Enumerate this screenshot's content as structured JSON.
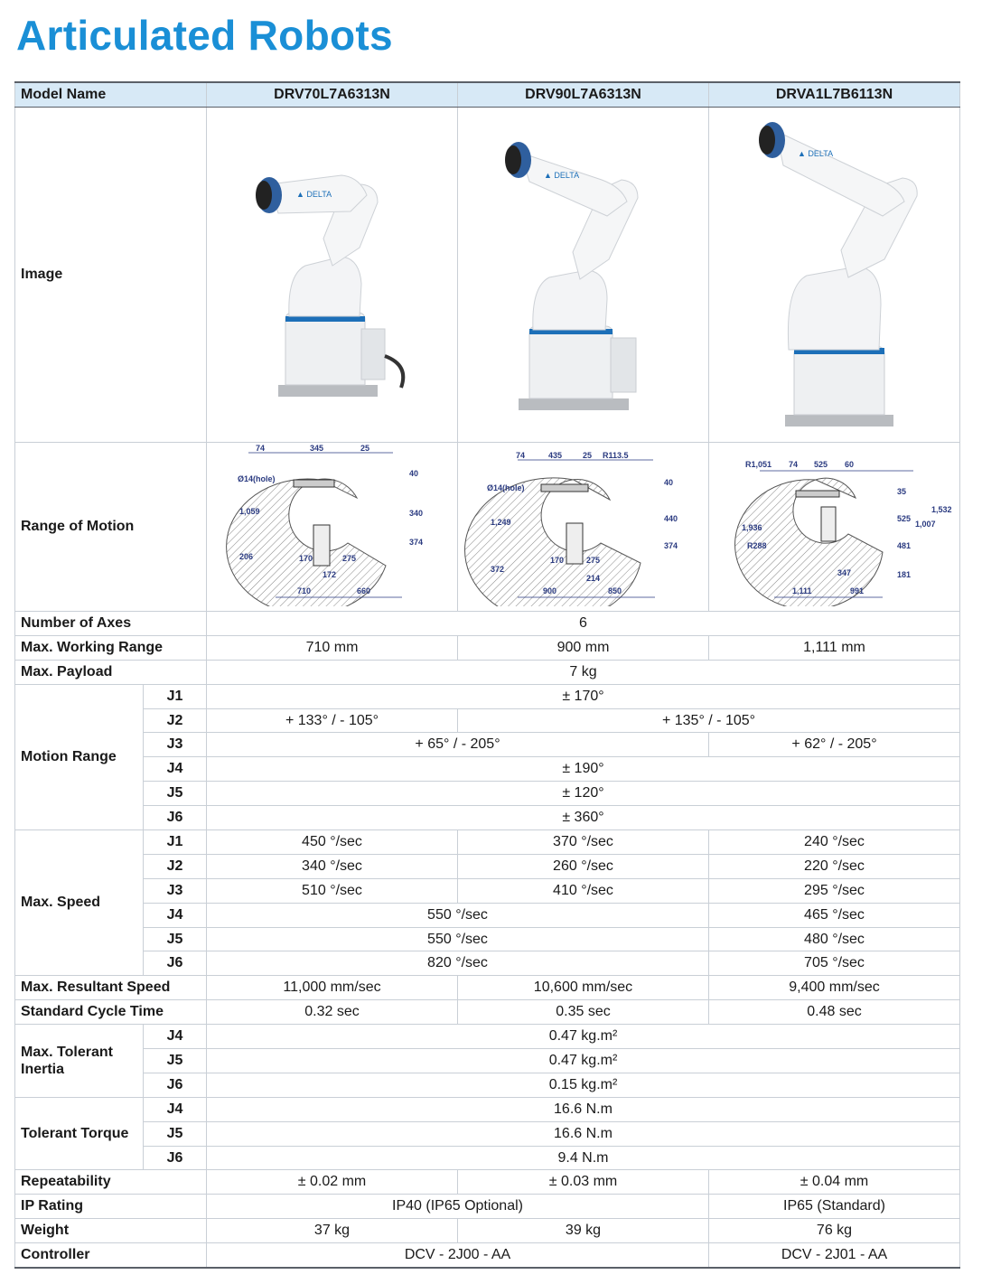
{
  "title": "Articulated Robots",
  "header": {
    "model_label": "Model Name",
    "models": [
      "DRV70L7A6313N",
      "DRV90L7A6313N",
      "DRVA1L7B6113N"
    ]
  },
  "rows": {
    "image_label": "Image",
    "range_label": "Range of Motion",
    "axes_label": "Number of Axes",
    "axes_value": "6",
    "working_range_label": "Max. Working Range",
    "working_range": [
      "710 mm",
      "900 mm",
      "1,111 mm"
    ],
    "payload_label": "Max. Payload",
    "payload_value": "7 kg",
    "motion_range_label": "Motion Range",
    "motion": {
      "j1": "± 170°",
      "j2": [
        "+ 133° / - 105°",
        "+ 135° / - 105°"
      ],
      "j3": [
        "+ 65° / - 205°",
        "+ 62° / - 205°"
      ],
      "j4": "± 190°",
      "j5": "± 120°",
      "j6": "± 360°"
    },
    "speed_label": "Max. Speed",
    "speed": {
      "j1": [
        "450 °/sec",
        "370 °/sec",
        "240 °/sec"
      ],
      "j2": [
        "340 °/sec",
        "260 °/sec",
        "220 °/sec"
      ],
      "j3": [
        "510 °/sec",
        "410 °/sec",
        "295 °/sec"
      ],
      "j4": [
        "550 °/sec",
        "465 °/sec"
      ],
      "j5": [
        "550 °/sec",
        "480 °/sec"
      ],
      "j6": [
        "820 °/sec",
        "705 °/sec"
      ]
    },
    "resultant_label": "Max. Resultant Speed",
    "resultant": [
      "11,000 mm/sec",
      "10,600 mm/sec",
      "9,400 mm/sec"
    ],
    "cycle_label": "Standard Cycle Time",
    "cycle": [
      "0.32 sec",
      "0.35 sec",
      "0.48 sec"
    ],
    "inertia_label": "Max. Tolerant Inertia",
    "inertia": {
      "j4": "0.47 kg.m²",
      "j5": "0.47 kg.m²",
      "j6": "0.15 kg.m²"
    },
    "torque_label": "Tolerant Torque",
    "torque": {
      "j4": "16.6 N.m",
      "j5": "16.6 N.m",
      "j6": "9.4 N.m"
    },
    "repeat_label": "Repeatability",
    "repeat": [
      "± 0.02 mm",
      "± 0.03 mm",
      "± 0.04 mm"
    ],
    "ip_label": "IP Rating",
    "ip": [
      "IP40 (IP65 Optional)",
      "IP65 (Standard)"
    ],
    "weight_label": "Weight",
    "weight": [
      "37 kg",
      "39 kg",
      "76 kg"
    ],
    "controller_label": "Controller",
    "controller": [
      "DCV - 2J00 - AA",
      "DCV - 2J01 - AA"
    ]
  },
  "joints": [
    "J1",
    "J2",
    "J3",
    "J4",
    "J5",
    "J6"
  ],
  "diagrams": {
    "d1": {
      "top": [
        "74",
        "345",
        "25"
      ],
      "hole": "Ø14(hole)",
      "v": [
        "40",
        "340",
        "374"
      ],
      "left": [
        "1,059",
        "206"
      ],
      "bot": [
        "170",
        "275",
        "172",
        "710",
        "660"
      ]
    },
    "d2": {
      "top": [
        "74",
        "435",
        "25",
        "R113.5"
      ],
      "hole": "Ø14(hole)",
      "v": [
        "40",
        "440",
        "374"
      ],
      "left": [
        "1,249",
        "372"
      ],
      "bot": [
        "170",
        "275",
        "214",
        "900",
        "850"
      ]
    },
    "d3": {
      "top": [
        "R1,051",
        "74",
        "525",
        "60"
      ],
      "v": [
        "35",
        "525",
        "481",
        "181"
      ],
      "right": [
        "1,007",
        "1,532"
      ],
      "left": [
        "1,936",
        "R288"
      ],
      "bot": [
        "347",
        "1,111",
        "991"
      ]
    }
  },
  "colors": {
    "accent": "#1a8fd6",
    "header_bg": "#d7e9f6",
    "dim_line": "#2a3a80"
  }
}
